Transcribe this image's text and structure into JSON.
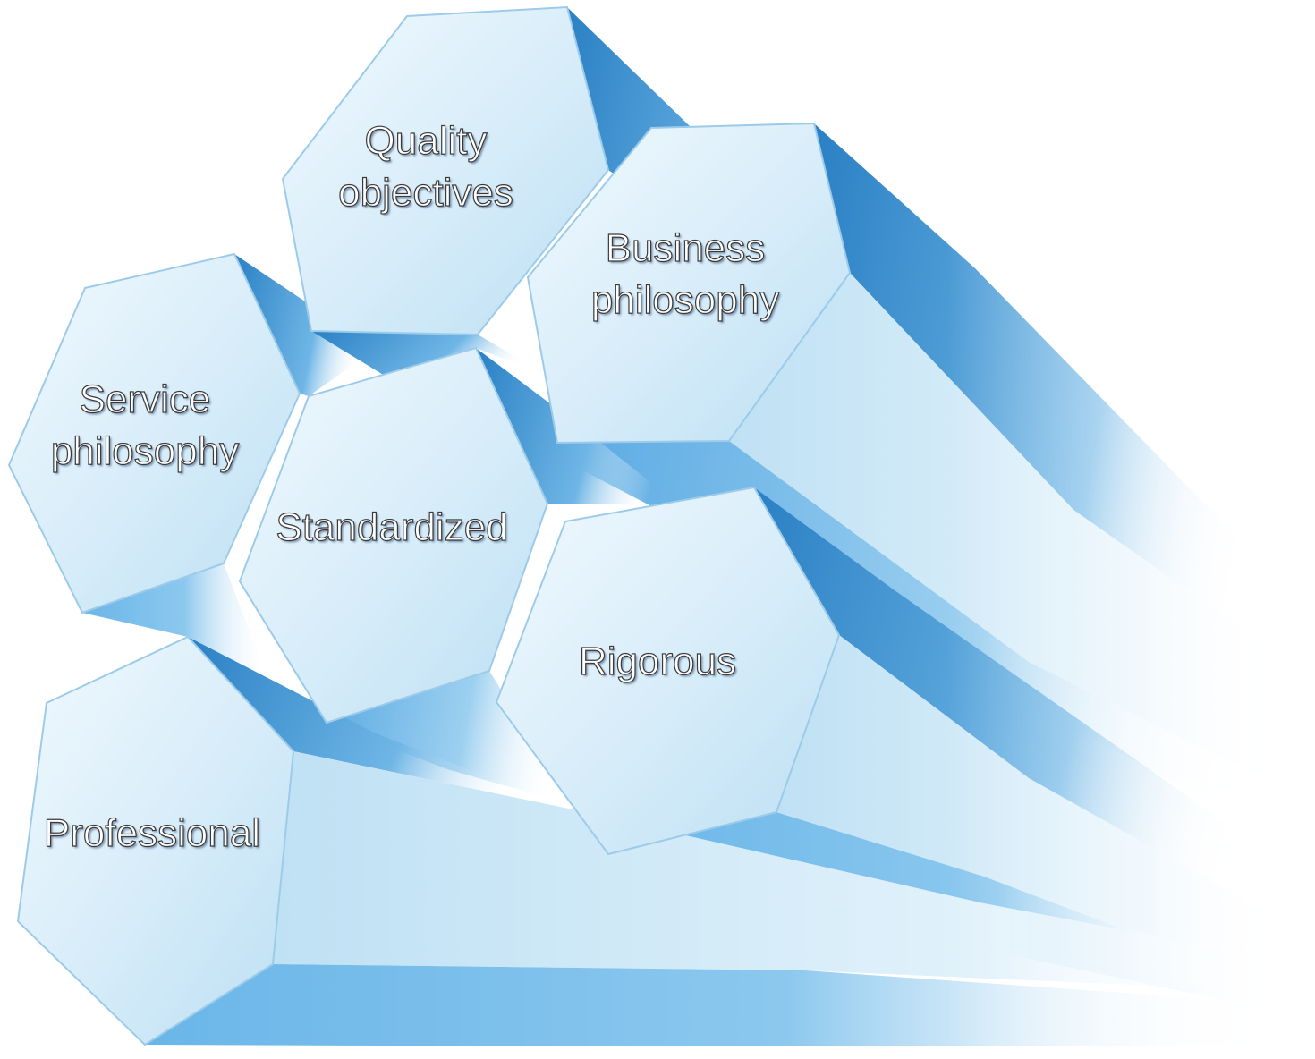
{
  "colors": {
    "face_light": "#eaf5fc",
    "face_mid": "#c4e3f5",
    "side_dark": "#2f86c9",
    "side_mid": "#66b2e6",
    "side_light": "#a8d6f1",
    "text_fill": "#ffffff",
    "text_outline": "#3a3a3a"
  },
  "pillars": [
    {
      "id": "quality",
      "lines": [
        "Quality",
        "objectives"
      ]
    },
    {
      "id": "business",
      "lines": [
        "Business",
        "philosophy"
      ]
    },
    {
      "id": "service",
      "lines": [
        "Service",
        "philosophy"
      ]
    },
    {
      "id": "standardized",
      "lines": [
        "Standardized"
      ]
    },
    {
      "id": "rigorous",
      "lines": [
        "Rigorous"
      ]
    },
    {
      "id": "professional",
      "lines": [
        "Professional"
      ]
    }
  ]
}
